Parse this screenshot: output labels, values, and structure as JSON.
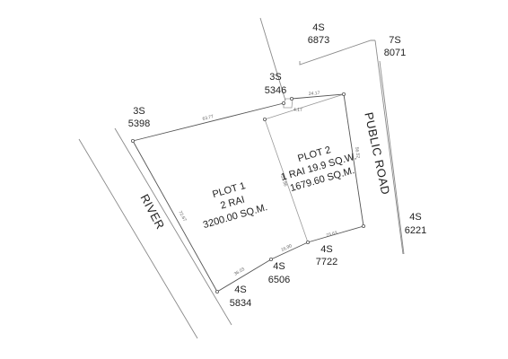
{
  "neighbors": {
    "n_4s_6873": [
      "4S",
      "6873"
    ],
    "n_7s_8071": [
      "7S",
      "8071"
    ],
    "n_3s_5346": [
      "3S",
      "5346"
    ],
    "n_3s_5398": [
      "3S",
      "5398"
    ],
    "n_4s_6221": [
      "4S",
      "6221"
    ],
    "n_4s_7722": [
      "4S",
      "7722"
    ],
    "n_4s_6506": [
      "4S",
      "6506"
    ],
    "n_4s_5834": [
      "4S",
      "5834"
    ]
  },
  "plot1": {
    "title": "PLOT 1",
    "size": "2 RAI",
    "area": "3200.00 SQ.M."
  },
  "plot2": {
    "title": "PLOT 2",
    "size": "1 RAI 19.9 SQ.W.",
    "area": "1679.60 SQ.M."
  },
  "river_label": "RIVER",
  "road_label": "PUBLIC ROAD",
  "dimensions": {
    "top_left": "63.77",
    "top_right": "24.17",
    "top_small": "4.17",
    "right_side": "56.52",
    "inner": "53.96",
    "left_side": "72.67",
    "bottom_1": "36.03",
    "bottom_2": "16.90",
    "bottom_3": "23.63"
  }
}
